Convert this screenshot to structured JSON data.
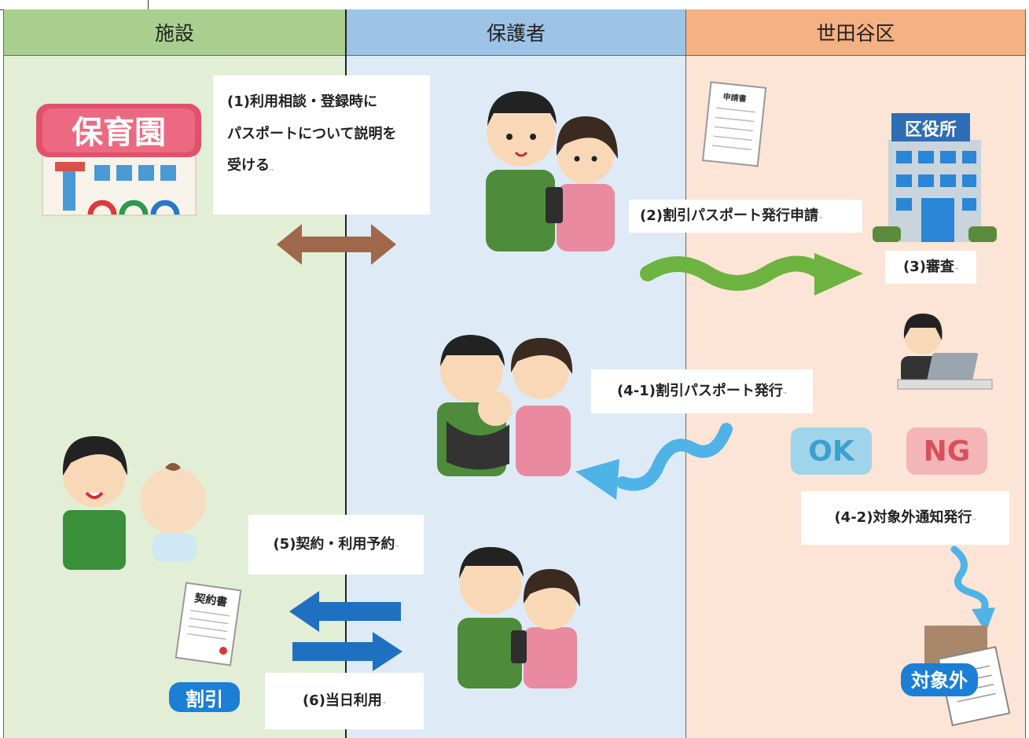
{
  "columns": {
    "facility": "施設",
    "guardian": "保護者",
    "ward": "世田谷区"
  },
  "labels": {
    "step1_line1": "(1)利用相談・登録時に",
    "step1_line2": "パスポートについて説明を",
    "step1_line3": "受ける",
    "step2": "(2)割引パスポート発行申請",
    "step3": "(3)審査",
    "step4_1": "(4-1)割引パスポート発行",
    "step4_2": "(4-2)対象外通知発行",
    "step5": "(5)契約・利用予約",
    "step6": "(6)当日利用"
  },
  "marks": {
    "paragraph": ".,"
  },
  "illustrations": {
    "nursery_sign": "保育園",
    "ward_office_sign": "区役所",
    "application_form": "申請書",
    "contract_doc": "契約書",
    "ok_badge": "OK",
    "ng_badge": "NG",
    "discount_badge": "割引",
    "excluded_badge": "対象外"
  },
  "colors": {
    "facility_header": "#a9cf8e",
    "facility_body": "#e3eed6",
    "guardian_header": "#9dc3e6",
    "guardian_body": "#deebf7",
    "ward_header": "#f4b183",
    "ward_body": "#fce4d6",
    "arrow_brown": "#a0684a",
    "arrow_green": "#6cb33f",
    "arrow_lightblue": "#4fb3e8",
    "arrow_blue": "#1f70c1"
  }
}
